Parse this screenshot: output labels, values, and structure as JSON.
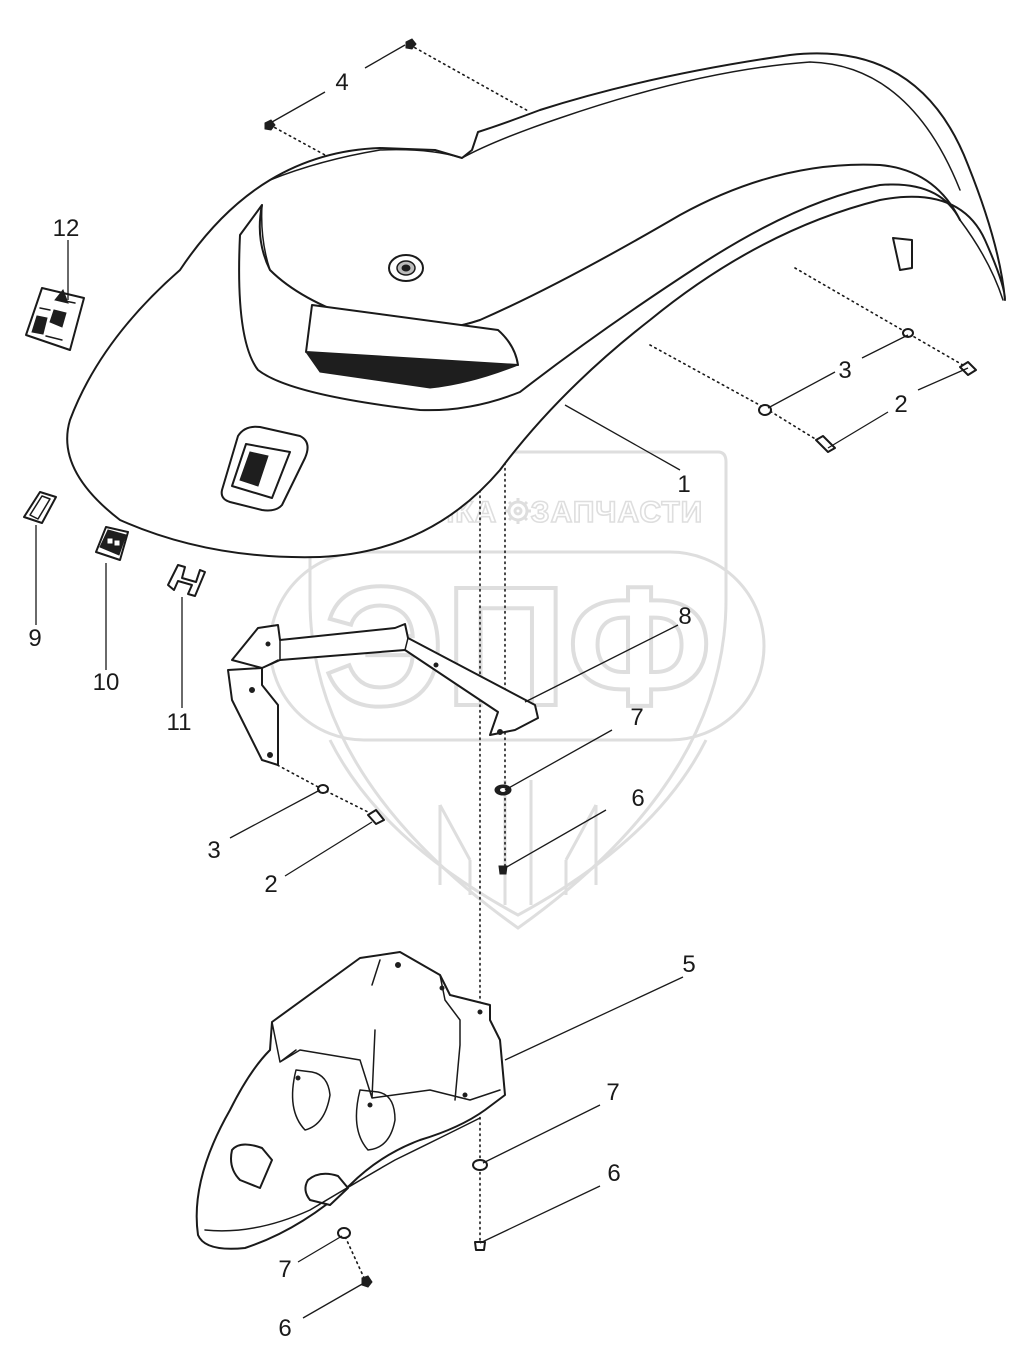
{
  "watermark": {
    "line1_left": "ТЕХНИКА",
    "line1_right": "ЗАПЧАСТИ",
    "monogram": "ЭПФ"
  },
  "callouts": {
    "c1": "1",
    "c2_top": "2",
    "c3_top": "3",
    "c4": "4",
    "c5": "5",
    "c6_mid": "6",
    "c7_mid": "7",
    "c8": "8",
    "c9": "9",
    "c10": "10",
    "c11": "11",
    "c12": "12",
    "c3_low": "3",
    "c2_low": "2",
    "c7_low_right": "7",
    "c6_low_right": "6",
    "c7_bottom": "7",
    "c6_bottom": "6"
  }
}
